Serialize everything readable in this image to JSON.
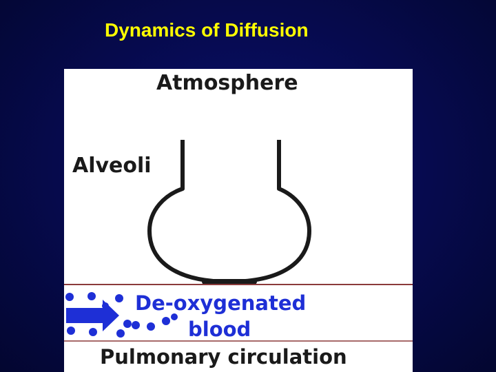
{
  "slide": {
    "title": "Dynamics of Diffusion"
  },
  "diagram": {
    "labels": {
      "atmosphere": "Atmosphere",
      "alveoli": "Alveoli",
      "blood_line1": "De-oxygenated",
      "blood_line2": "blood",
      "pulmonary": "Pulmonary circulation"
    },
    "colors": {
      "title": "#ffff00",
      "background": "#060a4c",
      "panel": "#ffffff",
      "text": "#1a1a1a",
      "blood_text": "#1e2fd6",
      "dots": "#1e2fd6",
      "membrane": "#8b3a3a"
    }
  }
}
